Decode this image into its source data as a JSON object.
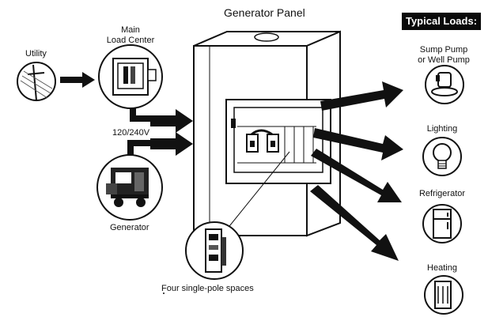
{
  "title": "Generator Panel",
  "labels": {
    "utility": "Utility",
    "main_load_center_line1": "Main",
    "main_load_center_line2": "Load Center",
    "voltage": "120/240V",
    "generator": "Generator",
    "spaces": "Four single-pole spaces"
  },
  "typical_loads": {
    "heading": "Typical Loads:",
    "items": [
      {
        "line1": "Sump Pump",
        "line2": "or Well Pump",
        "icon": "pump-icon"
      },
      {
        "line1": "Lighting",
        "line2": "",
        "icon": "light-bulb-icon"
      },
      {
        "line1": "Refrigerator",
        "line2": "",
        "icon": "refrigerator-icon"
      },
      {
        "line1": "Heating",
        "line2": "",
        "icon": "heater-icon"
      }
    ]
  },
  "colors": {
    "ink": "#111111",
    "badge_bg": "#0a0a0a",
    "badge_text": "#ffffff",
    "paper": "#ffffff"
  }
}
